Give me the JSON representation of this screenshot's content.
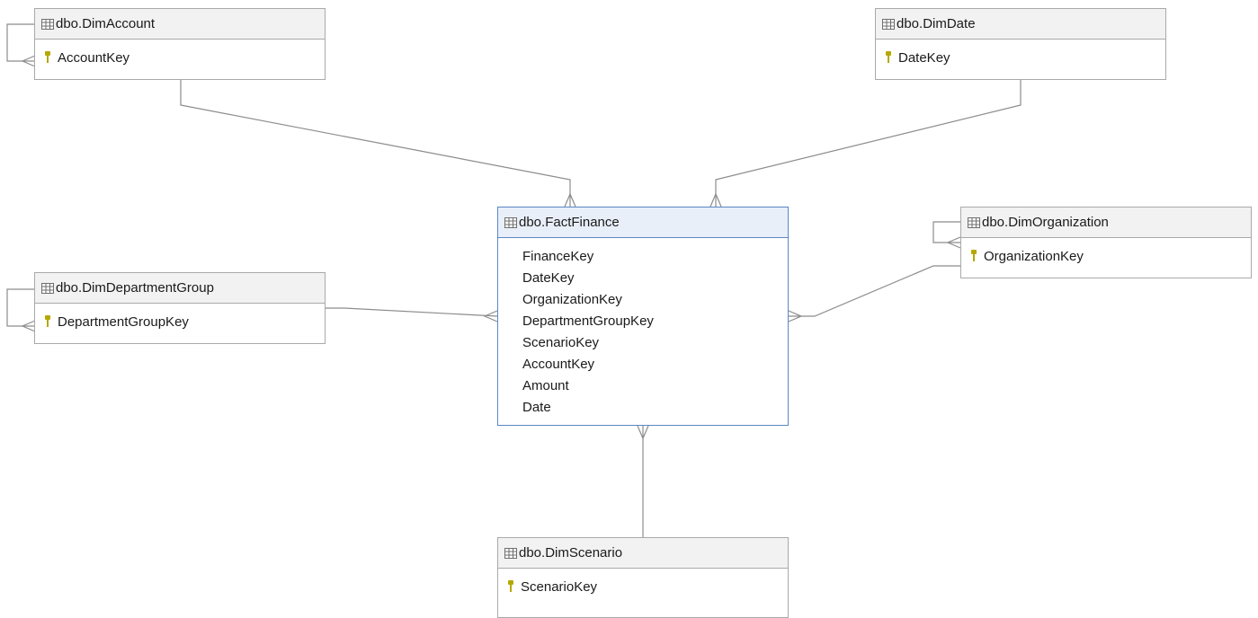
{
  "entities": {
    "dim_account": {
      "title": "dbo.DimAccount",
      "columns": [
        {
          "name": "AccountKey",
          "pk": true
        }
      ]
    },
    "dim_date": {
      "title": "dbo.DimDate",
      "columns": [
        {
          "name": "DateKey",
          "pk": true
        }
      ]
    },
    "fact_finance": {
      "title": "dbo.FactFinance",
      "columns": [
        {
          "name": "FinanceKey"
        },
        {
          "name": "DateKey"
        },
        {
          "name": "OrganizationKey"
        },
        {
          "name": "DepartmentGroupKey"
        },
        {
          "name": "ScenarioKey"
        },
        {
          "name": "AccountKey"
        },
        {
          "name": "Amount"
        },
        {
          "name": "Date"
        }
      ]
    },
    "dim_organization": {
      "title": "dbo.DimOrganization",
      "columns": [
        {
          "name": "OrganizationKey",
          "pk": true
        }
      ]
    },
    "dim_department_group": {
      "title": "dbo.DimDepartmentGroup",
      "columns": [
        {
          "name": "DepartmentGroupKey",
          "pk": true
        }
      ]
    },
    "dim_scenario": {
      "title": "dbo.DimScenario",
      "columns": [
        {
          "name": "ScenarioKey",
          "pk": true
        }
      ]
    }
  },
  "icons": {
    "table": "table-icon",
    "primary_key": "key-icon"
  },
  "colors": {
    "key": "#b5a800",
    "selected_border": "#5a87c4",
    "connector": "#8c8c8c"
  }
}
